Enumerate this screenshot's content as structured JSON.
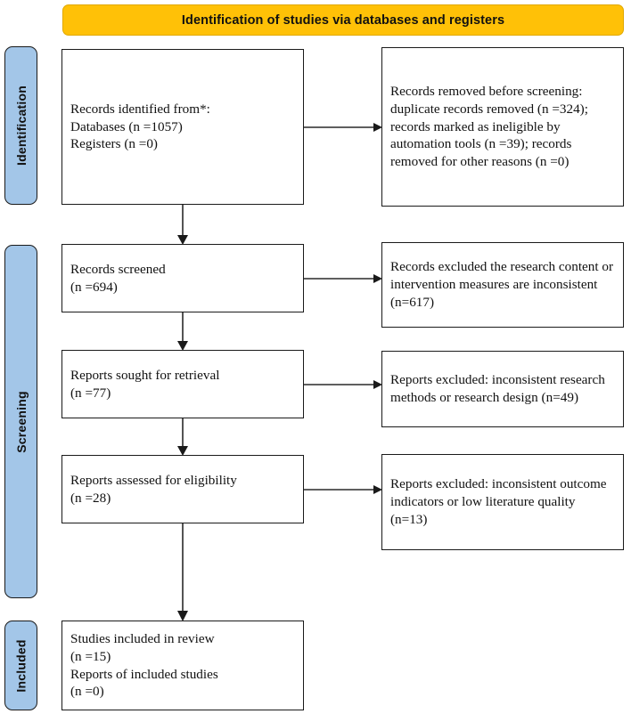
{
  "banner": {
    "title": "Identification of studies via databases and registers"
  },
  "phases": [
    {
      "id": "identification",
      "label": "Identification"
    },
    {
      "id": "screening",
      "label": "Screening"
    },
    {
      "id": "included",
      "label": "Included"
    }
  ],
  "boxes": {
    "identified": "Records identified from*:\n    Databases (n =1057)\n    Registers (n =0)",
    "removed": "Records removed before screening:\nduplicate records removed (n =324); records marked as ineligible by automation tools (n =39); records removed for other reasons (n =0)",
    "screened": "Records screened\n(n =694)",
    "excl_screen": "Records excluded the research content or intervention measures are inconsistent (n=617)",
    "sought": "Reports sought for retrieval\n(n =77)",
    "excl_sought": "Reports excluded: inconsistent research methods or research design (n=49)",
    "assessed": "Reports assessed for eligibility\n(n =28)",
    "excl_assess": "Reports excluded: inconsistent outcome indicators or low literature quality (n=13)",
    "included": "Studies included in review\n(n =15)\nReports of included studies\n(n =0)"
  },
  "colors": {
    "banner_fill": "#FFC107",
    "phase_fill": "#A3C6E8",
    "box_border": "#1a1a1a",
    "connector": "#2a2a2a"
  },
  "chart_data": {
    "type": "flowchart",
    "title": "Identification of studies via databases and registers",
    "counts": {
      "databases": 1057,
      "registers": 0,
      "duplicate_records_removed": 324,
      "marked_ineligible_by_automation": 39,
      "removed_other_reasons": 0,
      "records_screened": 694,
      "records_excluded": 617,
      "reports_sought_for_retrieval": 77,
      "reports_excluded_methods_design": 49,
      "reports_assessed_for_eligibility": 28,
      "reports_excluded_outcome_quality": 13,
      "studies_included_in_review": 15,
      "reports_of_included_studies": 0
    }
  }
}
